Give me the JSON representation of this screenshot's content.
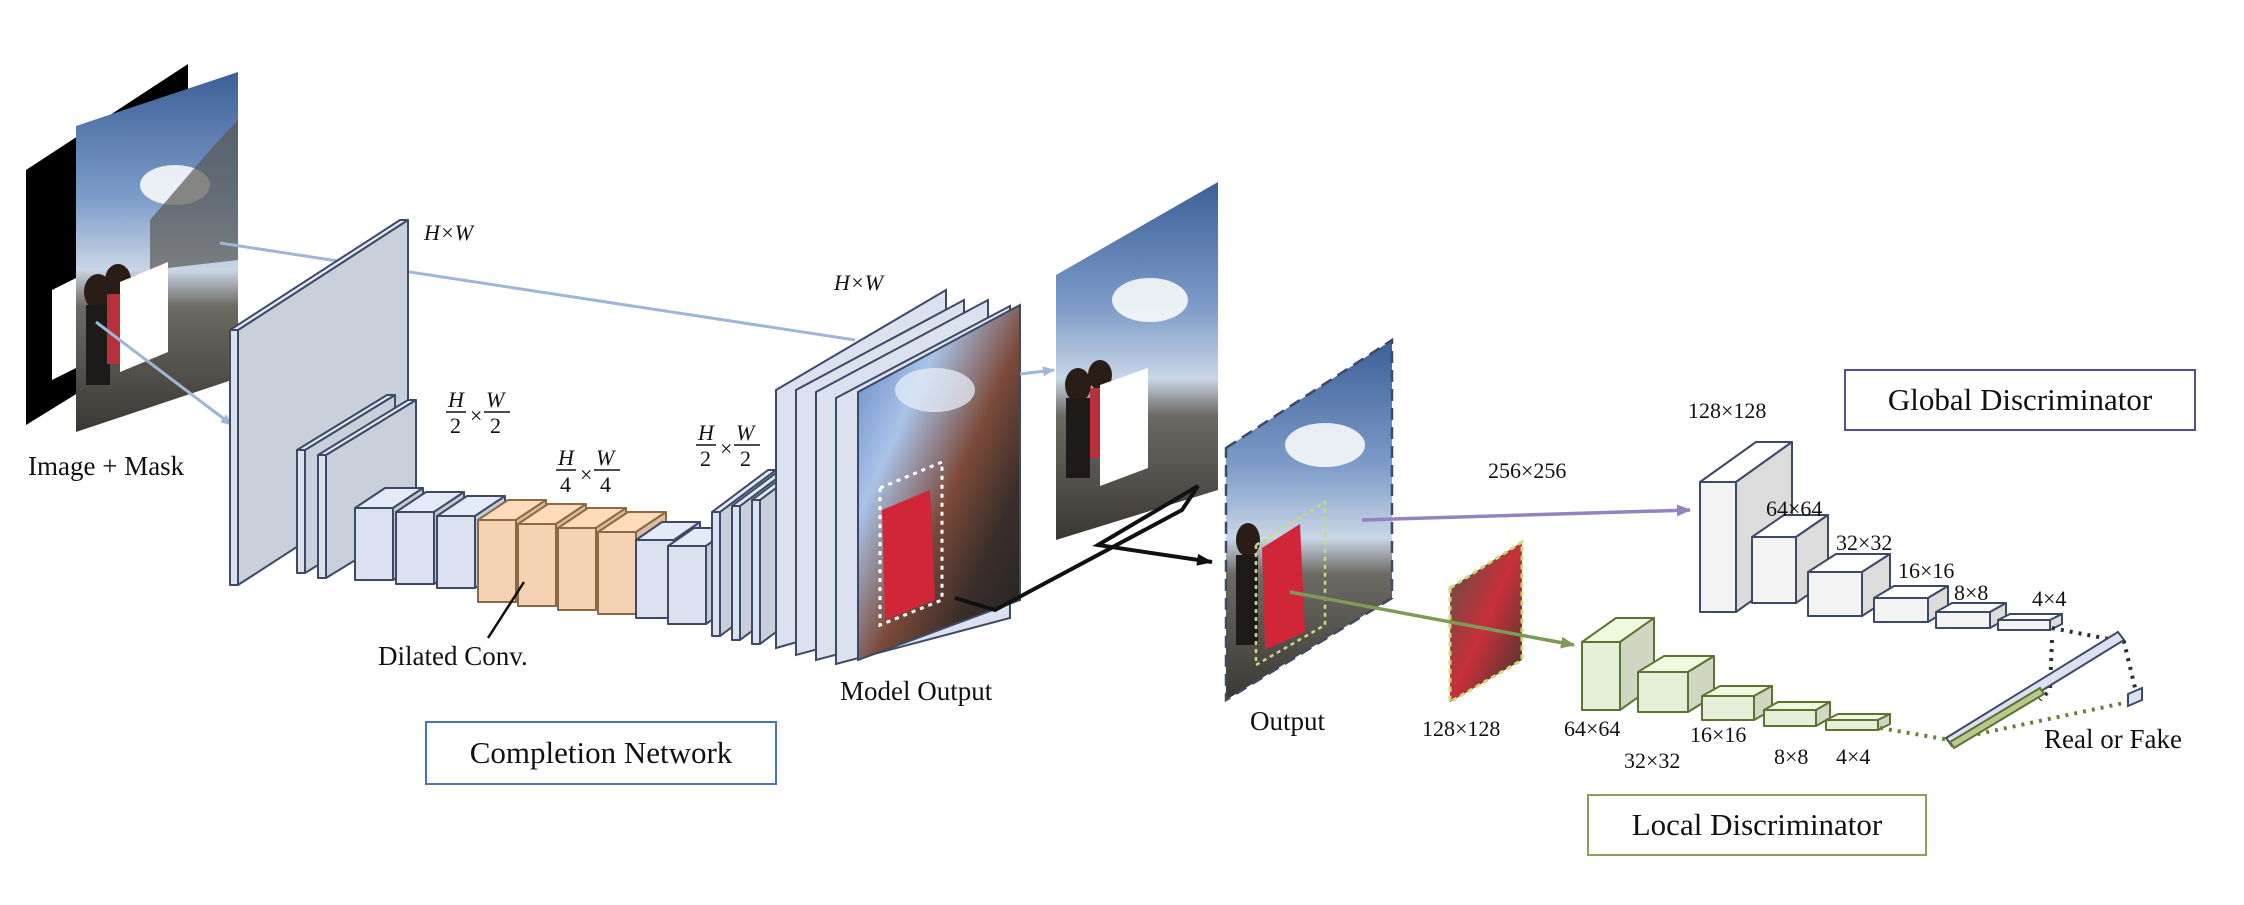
{
  "labels": {
    "image_mask": "Image + Mask",
    "dilated_conv": "Dilated Conv.",
    "model_output": "Model Output",
    "output": "Output",
    "real_or_fake": "Real or Fake"
  },
  "boxes": {
    "completion_network": "Completion Network",
    "global_discriminator": "Global Discriminator",
    "local_discriminator": "Local Discriminator"
  },
  "dims": {
    "input_hw": "H×W",
    "output_hw": "H×W",
    "half_left": {
      "h": "H",
      "w": "W",
      "d": "2"
    },
    "quarter": {
      "h": "H",
      "w": "W",
      "d": "4"
    },
    "half_right": {
      "h": "H",
      "w": "W",
      "d": "2"
    }
  },
  "global_sizes": {
    "input": "256×256",
    "s1": "128×128",
    "s2": "64×64",
    "s3": "32×32",
    "s4": "16×16",
    "s5": "8×8",
    "s6": "4×4"
  },
  "local_sizes": {
    "input": "128×128",
    "s1": "64×64",
    "s2": "32×32",
    "s3": "16×16",
    "s4": "8×8",
    "s5": "4×4"
  },
  "colors": {
    "encoder_fill": "#dbe1ee",
    "dilated_fill": "#f6d2b4",
    "global_fill": "#f4f4f4",
    "local_fill": "#e6efd7",
    "skip_arrow": "#9fb6d6",
    "global_arrow": "#9582c2",
    "local_arrow": "#7e9a58",
    "completion_border": "#4a74b8",
    "global_border": "#5d4a8f",
    "local_border": "#87a25a"
  }
}
